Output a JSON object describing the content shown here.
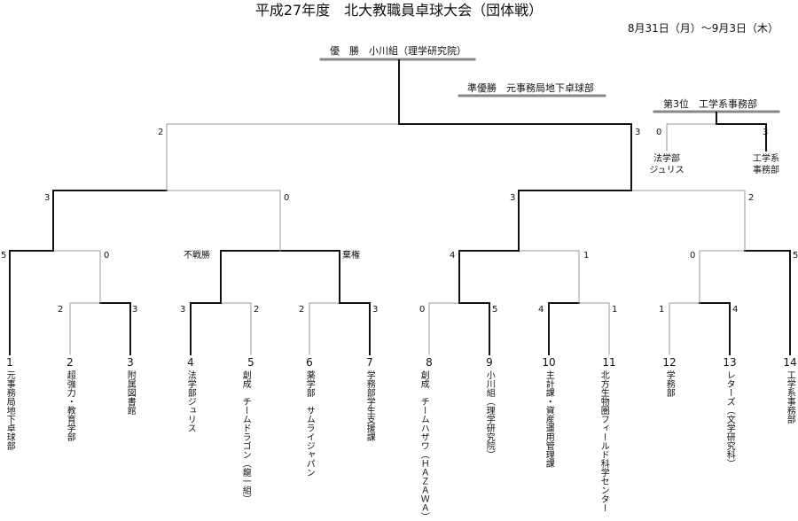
{
  "title": "平成27年度　北大教職員卓球大会（団体戦）",
  "dates": "8月31日（月）～9月3日（木）",
  "results": {
    "champion": "優　勝　小川組（理学研究院）",
    "runner_up": "準優勝　元事務局地下卓球部",
    "third": "第3位　工学系事務部"
  },
  "teams": [
    {
      "no": "1",
      "name": [
        "元事務局地下卓球部"
      ]
    },
    {
      "no": "2",
      "name": [
        "超強力・教育学部"
      ]
    },
    {
      "no": "3",
      "name": [
        "附属図書館"
      ]
    },
    {
      "no": "4",
      "name": [
        "法学部ジュリス"
      ]
    },
    {
      "no": "5",
      "name": [
        "創成　チームドラゴン",
        "（龍一組）"
      ]
    },
    {
      "no": "6",
      "name": [
        "薬学部　サムライジャパン"
      ]
    },
    {
      "no": "7",
      "name": [
        "学務部学生支援課"
      ]
    },
    {
      "no": "8",
      "name": [
        "創成　チームハザワ",
        "（ＨＡＺＡＷＡ）"
      ]
    },
    {
      "no": "9",
      "name": [
        "小川組（理学研究院）"
      ]
    },
    {
      "no": "10",
      "name": [
        "主計課・資産運用管理課"
      ]
    },
    {
      "no": "11",
      "name": [
        "北方生物圏",
        "フィールド科学センター"
      ]
    },
    {
      "no": "12",
      "name": [
        "学務部"
      ]
    },
    {
      "no": "13",
      "name": [
        "レターズ（文学研究科）"
      ]
    },
    {
      "no": "14",
      "name": [
        "工学系事務部"
      ]
    }
  ],
  "scores": {
    "r1_2v3": [
      "2",
      "3"
    ],
    "r1_4v5": [
      "3",
      "2"
    ],
    "r1_6v7": [
      "2",
      "3"
    ],
    "r1_8v9": [
      "0",
      "5"
    ],
    "r1_10v11": [
      "4",
      "1"
    ],
    "r1_12v13": [
      "1",
      "4"
    ],
    "r2_1v3": [
      "5",
      "0"
    ],
    "r2_4v7": [
      "不戦勝",
      "棄権"
    ],
    "r2_9v10": [
      "4",
      "1"
    ],
    "r2_13v14": [
      "0",
      "5"
    ],
    "sf_left": [
      "3",
      "0"
    ],
    "sf_right": [
      "3",
      "2"
    ],
    "final": [
      "2",
      "3"
    ],
    "third": [
      "0",
      "3"
    ]
  },
  "third_place": {
    "left": "法学部\nジュリス",
    "right": "工学系\n事務部"
  }
}
